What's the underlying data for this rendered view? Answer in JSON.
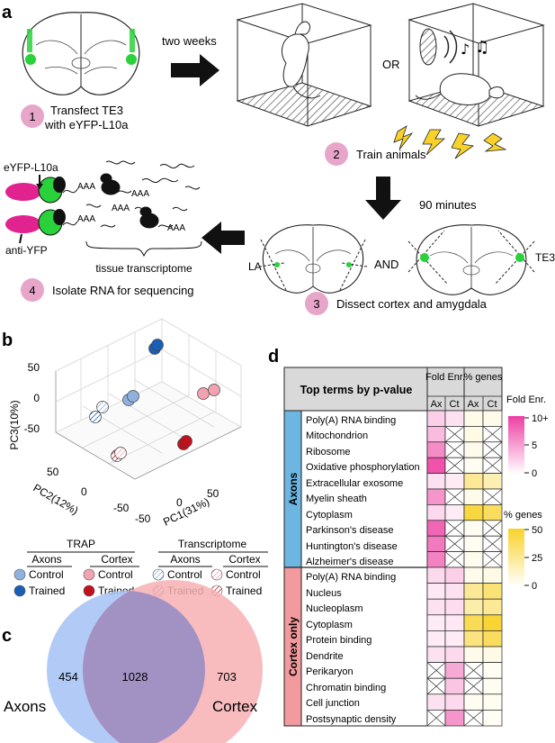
{
  "panel_labels": {
    "a": "a",
    "b": "b",
    "c": "c",
    "d": "d"
  },
  "panel_a": {
    "two_weeks": "two weeks",
    "or": "OR",
    "ninety": "90 minutes",
    "and": "AND",
    "la": "LA",
    "te3": "TE3",
    "eyfp": "eYFP-L10a",
    "antiyfp": "anti-YFP",
    "aaa": "AAA",
    "tissue": "tissue transcriptome",
    "steps": [
      {
        "num": "1",
        "line1": "Transfect TE3",
        "line2": "with eYFP-L10a"
      },
      {
        "num": "2",
        "line1": "Train animals",
        "line2": ""
      },
      {
        "num": "3",
        "line1": "Dissect cortex and amygdala",
        "line2": ""
      },
      {
        "num": "4",
        "line1": "Isolate RNA for sequencing",
        "line2": ""
      }
    ],
    "colors": {
      "green": "#29d13a",
      "magenta": "#e0238e",
      "step": "#e7a6c9",
      "arrow": "#111111"
    }
  },
  "panel_b": {
    "axis_pc1": "PC1(31%)",
    "axis_pc2": "PC2(12%)",
    "axis_pc3": "PC3(10%)",
    "z_ticks": [
      "50",
      "0",
      "-50"
    ],
    "x_ticks": [
      "-50",
      "0",
      "50"
    ],
    "y_ticks": [
      "-50",
      "0",
      "50"
    ],
    "legend": {
      "trap": "TRAP",
      "transcriptome": "Transcriptome",
      "axons": "Axons",
      "cortex": "Cortex",
      "control": "Control",
      "trained": "Trained"
    },
    "colors": {
      "axons_control": "#8fb1de",
      "axons_trained": "#1a5fb4",
      "cortex_control": "#f2a2b0",
      "cortex_trained": "#c0111d"
    }
  },
  "panel_c": {
    "axons_only": "454",
    "shared": "1028",
    "cortex_only": "703",
    "label_axons": "Axons",
    "label_cortex": "Cortex",
    "colors": {
      "axons": "#a9c5f5",
      "cortex": "#f7b0b4",
      "overlap": "#9a8ec4"
    }
  },
  "panel_d": {
    "header_terms": "Top terms by p-value",
    "header_fold": "Fold Enr.",
    "header_pct": "% genes",
    "sub_ax": "Ax",
    "sub_ct": "Ct",
    "group_axons": "Axons",
    "group_cortex": "Cortex only",
    "terms_axons": [
      "Poly(A) RNA binding",
      "Mitochondrion",
      "Ribosome",
      "Oxidative phosphorylation",
      "Extracellular exosome",
      "Myelin sheath",
      "Cytoplasm",
      "Parkinson's disease",
      "Huntington's disease",
      "Alzheimer's disease"
    ],
    "terms_cortex": [
      "Poly(A) RNA binding",
      "Nucleus",
      "Nucleoplasm",
      "Cytoplasm",
      "Protein binding",
      "Dendrite",
      "Perikaryon",
      "Chromatin binding",
      "Cell junction",
      "Postsynaptic density"
    ],
    "fold_title": "Fold Enr.",
    "fold_ticks": [
      "10+",
      "5",
      "0"
    ],
    "pct_title": "% genes",
    "pct_ticks": [
      "50",
      "25",
      "0"
    ],
    "colors": {
      "axons_bar": "#6db6e2",
      "cortex_bar": "#f29a9e",
      "header_bg": "#d9d9d9",
      "fold_max": "#ee3fa3",
      "pct_max": "#f8d22a"
    }
  }
}
